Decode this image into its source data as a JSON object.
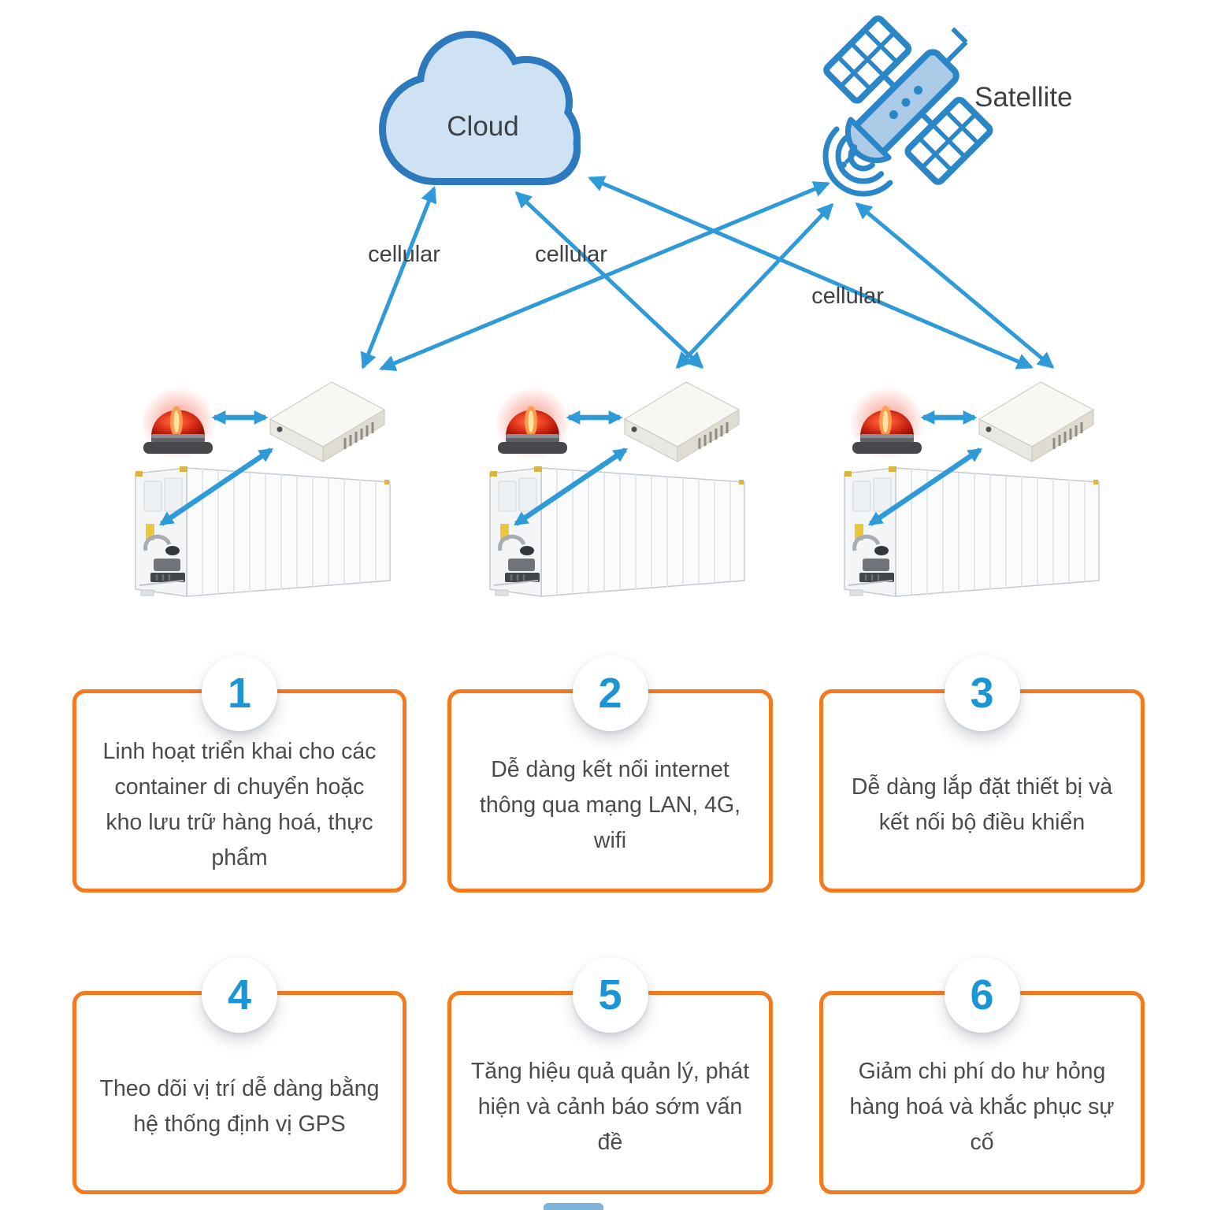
{
  "diagram": {
    "cloud_label": "Cloud",
    "satellite_label": "Satellite",
    "cellular_labels": [
      "cellular",
      "cellular",
      "cellular"
    ]
  },
  "benefits": [
    {
      "number": "1",
      "text": "Linh hoạt triển khai cho các container di chuyển hoặc kho lưu trữ hàng hoá, thực phẩm"
    },
    {
      "number": "2",
      "text": "Dễ dàng kết nối internet thông qua mạng LAN, 4G, wifi"
    },
    {
      "number": "3",
      "text": "Dễ dàng lắp đặt thiết bị và kết nối bộ điều khiển"
    },
    {
      "number": "4",
      "text": "Theo dõi vị trí dễ dàng bằng hệ thống định vị GPS"
    },
    {
      "number": "5",
      "text": "Tăng hiệu quả quản lý, phát hiện và cảnh báo sớm vấn đề"
    },
    {
      "number": "6",
      "text": "Giảm chi phí do hư hỏng hàng hoá và khắc phục sự cố"
    }
  ],
  "colors": {
    "accent_orange": "#F5791D",
    "number_blue": "#1C95D4",
    "arrow_blue": "#2F9AD8",
    "cloud_fill": "#CFE2F4",
    "cloud_stroke": "#2C79BD",
    "satellite_blue": "#2B86C7",
    "siren_red": "#C5200F",
    "label_text": "#3E4043",
    "body_text": "#4A4B4D"
  }
}
